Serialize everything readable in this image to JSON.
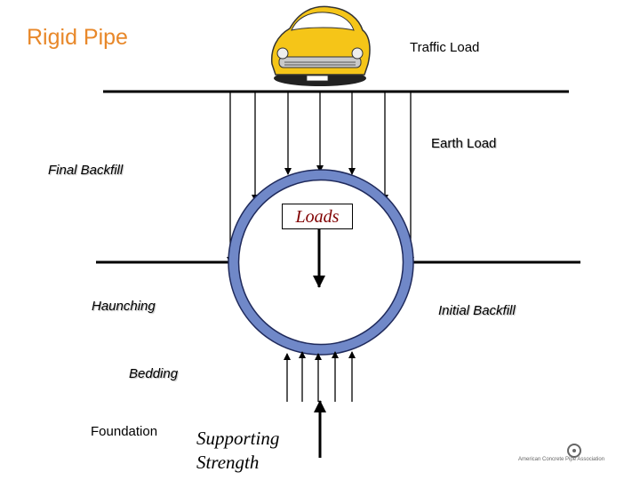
{
  "title": "Rigid Pipe",
  "labels": {
    "traffic_load": "Traffic Load",
    "earth_load": "Earth Load",
    "final_backfill": "Final Backfill",
    "loads": "Loads",
    "haunching": "Haunching",
    "initial_backfill": "Initial Backfill",
    "bedding": "Bedding",
    "foundation": "Foundation",
    "supporting_strength": "Supporting Strength"
  },
  "logo": {
    "text": "American Concrete Pipe Association",
    "icon": "acpa-logo-icon"
  },
  "icons": {
    "vehicle": "car-icon"
  },
  "colors": {
    "title": "#e8882a",
    "pipe_ring": "#7088c8",
    "loads_text": "#800000",
    "car_body": "#f5c518"
  }
}
